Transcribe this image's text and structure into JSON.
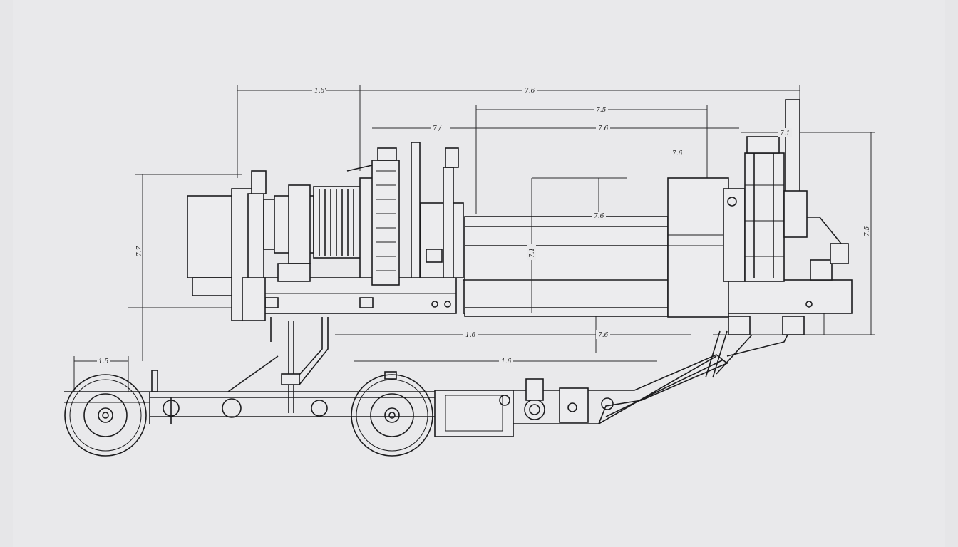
{
  "drawing": {
    "line_color": "#1c1c1e",
    "paper_color": "#e9e9eb",
    "dimensions": {
      "top_left": "1.6'",
      "top_overall": "7.6",
      "upper_mid": "7.5",
      "mid_left": "7 /",
      "mid_right": "7.6",
      "right_small": "7.1",
      "left_height": "7.7",
      "tank_height": "7.1",
      "tank_inner": "7.6",
      "right_height": "7.5",
      "column_tag": "7.6",
      "lower_left": "1.6",
      "lower_mid": "7.6",
      "axle_span": "1.6",
      "wheel_width": "1.5"
    }
  }
}
